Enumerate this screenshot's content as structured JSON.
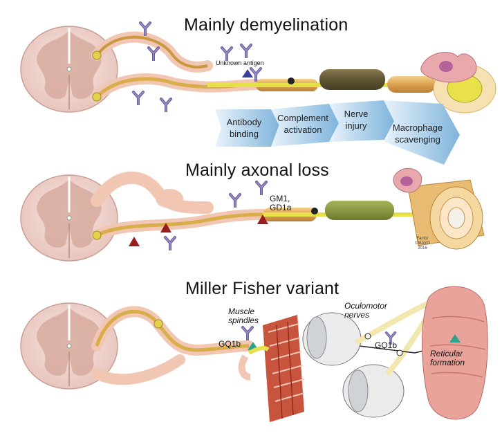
{
  "sections": {
    "demyelination": {
      "title": "Mainly demyelination",
      "antigen_label": "Unknown antigen",
      "steps": [
        "Antibody binding",
        "Complement activation",
        "Nerve injury",
        "Macrophage scavenging"
      ]
    },
    "axonal": {
      "title": "Mainly axonal loss",
      "antigen_label": "GM1, GD1a",
      "credit": "Factor ©MAYO 2016"
    },
    "miller_fisher": {
      "title": "Miller Fisher variant",
      "muscle_label": "Muscle spindles",
      "gq1b_left": "GQ1b",
      "oculomotor_label": "Oculomotor nerves",
      "gq1b_right": "GQ1b",
      "reticular_label": "Reticular formation"
    }
  },
  "colors": {
    "cord": "#f2d9d4",
    "cord_grey": "#c89a8e",
    "nerve": "#f1c7b3",
    "myelin": "#e9b868",
    "axon": "#e6e04a",
    "antibody": "#7a6fa8",
    "arrow": "#b9d8ee",
    "muscle": "#c8543e"
  }
}
